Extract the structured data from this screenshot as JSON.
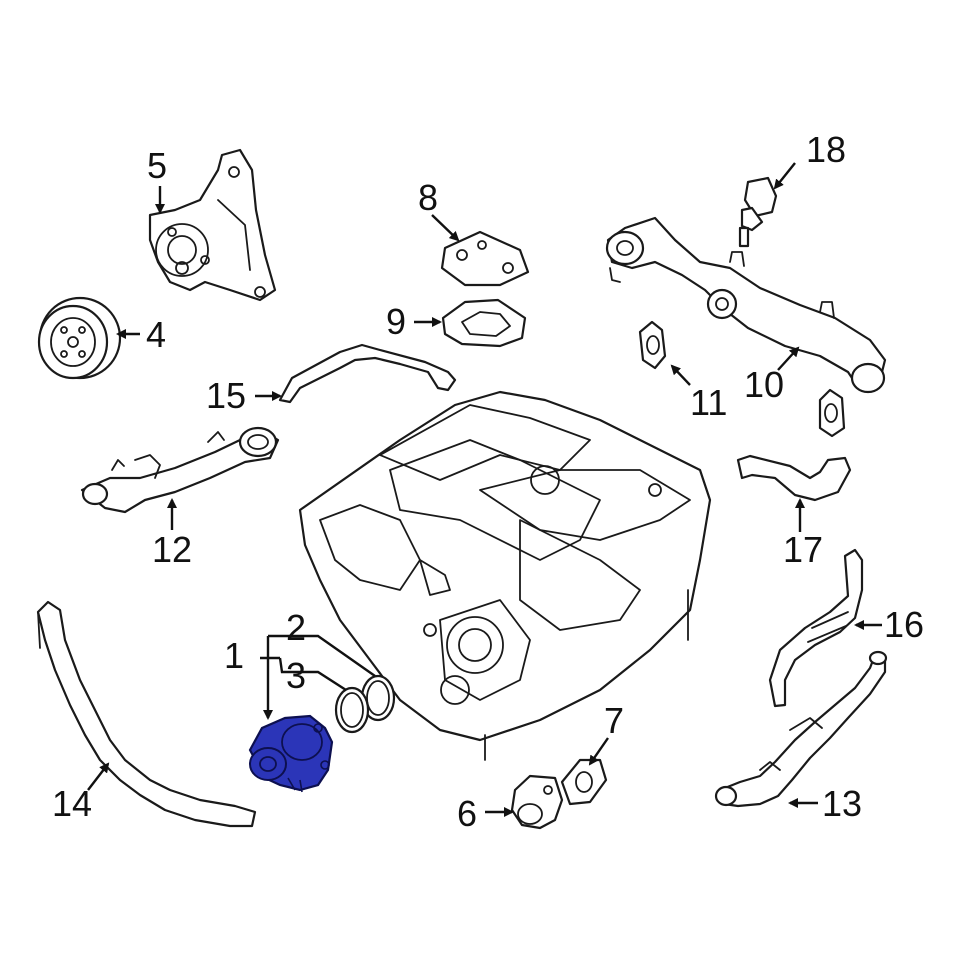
{
  "diagram": {
    "highlight_color": "#2b35b8",
    "line_color": "#1a1a1a",
    "callouts": [
      {
        "id": "1",
        "label": "1"
      },
      {
        "id": "2",
        "label": "2"
      },
      {
        "id": "3",
        "label": "3"
      },
      {
        "id": "4",
        "label": "4"
      },
      {
        "id": "5",
        "label": "5"
      },
      {
        "id": "6",
        "label": "6"
      },
      {
        "id": "7",
        "label": "7"
      },
      {
        "id": "8",
        "label": "8"
      },
      {
        "id": "9",
        "label": "9"
      },
      {
        "id": "10",
        "label": "10"
      },
      {
        "id": "11",
        "label": "11"
      },
      {
        "id": "12",
        "label": "12"
      },
      {
        "id": "13",
        "label": "13"
      },
      {
        "id": "14",
        "label": "14"
      },
      {
        "id": "15",
        "label": "15"
      },
      {
        "id": "16",
        "label": "16"
      },
      {
        "id": "17",
        "label": "17"
      },
      {
        "id": "18",
        "label": "18"
      }
    ]
  }
}
